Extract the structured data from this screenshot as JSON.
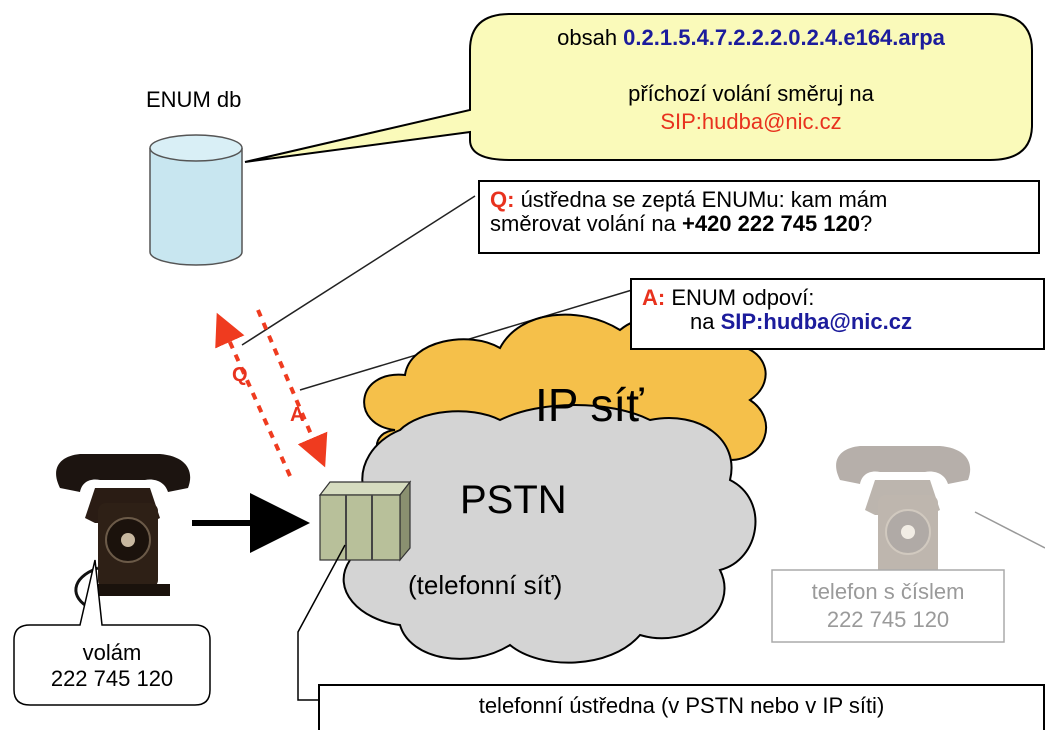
{
  "enum_db": {
    "label": "ENUM db"
  },
  "bubble": {
    "line1_prefix": "obsah ",
    "line1_domain": "0.2.1.5.4.7.2.2.2.0.2.4.e164.arpa",
    "line2": "příchozí volání směruj na",
    "line3": "SIP:hudba@nic.cz"
  },
  "question": {
    "marker": "Q:",
    "text1": " ústředna se zeptá ENUMu: kam mám",
    "text2_prefix": "směrovat volání na ",
    "number": "+420 222 745 120",
    "text2_suffix": "?"
  },
  "answer": {
    "marker": "A:",
    "text1": " ENUM odpoví:",
    "text2_prefix": "na ",
    "sip": "SIP:hudba@nic.cz"
  },
  "arrows": {
    "q_label": "Q",
    "a_label": "A"
  },
  "ip_cloud": {
    "label": "IP síť"
  },
  "pstn_cloud": {
    "label": "PSTN",
    "sublabel": "(telefonní síť)"
  },
  "caller": {
    "line1": "volám",
    "line2": "222 745 120"
  },
  "callee": {
    "line1": "telefon s číslem",
    "line2": "222 745 120"
  },
  "exchange": {
    "label": "telefonní ústředna (v PSTN nebo v IP síti)"
  },
  "colors": {
    "accent_red": "#e8321e",
    "accent_navy": "#1c1c9c",
    "ip_cloud": "#f5c04a",
    "pstn_cloud": "#d4d4d4",
    "bubble": "#fafaba",
    "cylinder": "#c8e6f0"
  }
}
